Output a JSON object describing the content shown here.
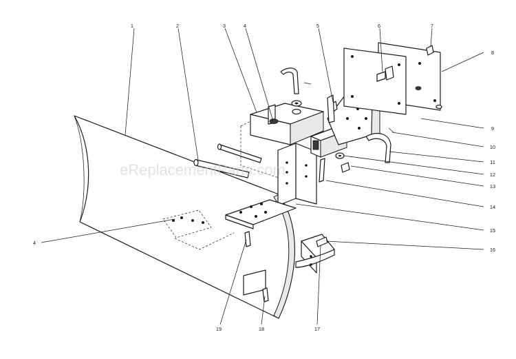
{
  "watermark": "eReplacementParts.com",
  "callouts": [
    {
      "id": "1",
      "label": "1"
    },
    {
      "id": "2",
      "label": "2"
    },
    {
      "id": "3",
      "label": "3"
    },
    {
      "id": "4a",
      "label": "4"
    },
    {
      "id": "5",
      "label": "5"
    },
    {
      "id": "6",
      "label": "6"
    },
    {
      "id": "7",
      "label": "7"
    },
    {
      "id": "8",
      "label": "8"
    },
    {
      "id": "9",
      "label": "9"
    },
    {
      "id": "10",
      "label": "10"
    },
    {
      "id": "11",
      "label": "11"
    },
    {
      "id": "12",
      "label": "12"
    },
    {
      "id": "13",
      "label": "13"
    },
    {
      "id": "14",
      "label": "14"
    },
    {
      "id": "15",
      "label": "15"
    },
    {
      "id": "16",
      "label": "16"
    },
    {
      "id": "4b",
      "label": "4"
    },
    {
      "id": "19",
      "label": "19"
    },
    {
      "id": "18",
      "label": "18"
    },
    {
      "id": "17",
      "label": "17"
    }
  ]
}
